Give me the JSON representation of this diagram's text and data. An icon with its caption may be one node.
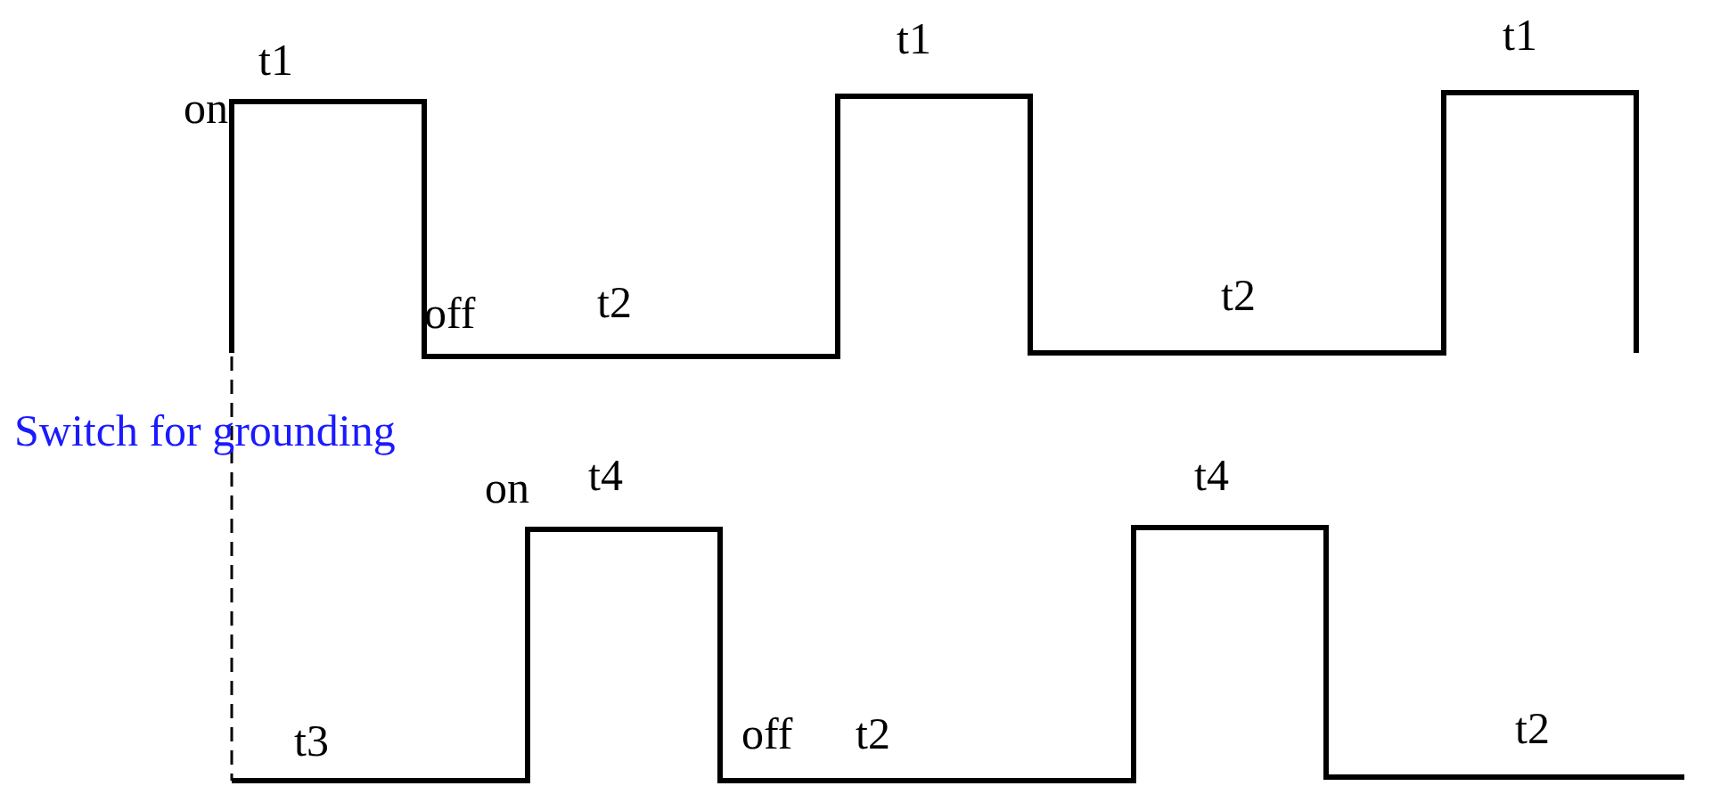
{
  "diagram": {
    "labels": [
      "on",
      "t1",
      "t1",
      "t1",
      "off",
      "t2",
      "t2",
      "Switch for grounding",
      "on",
      "t4",
      "t4",
      "t3",
      "off",
      "t2",
      "t2"
    ]
  }
}
